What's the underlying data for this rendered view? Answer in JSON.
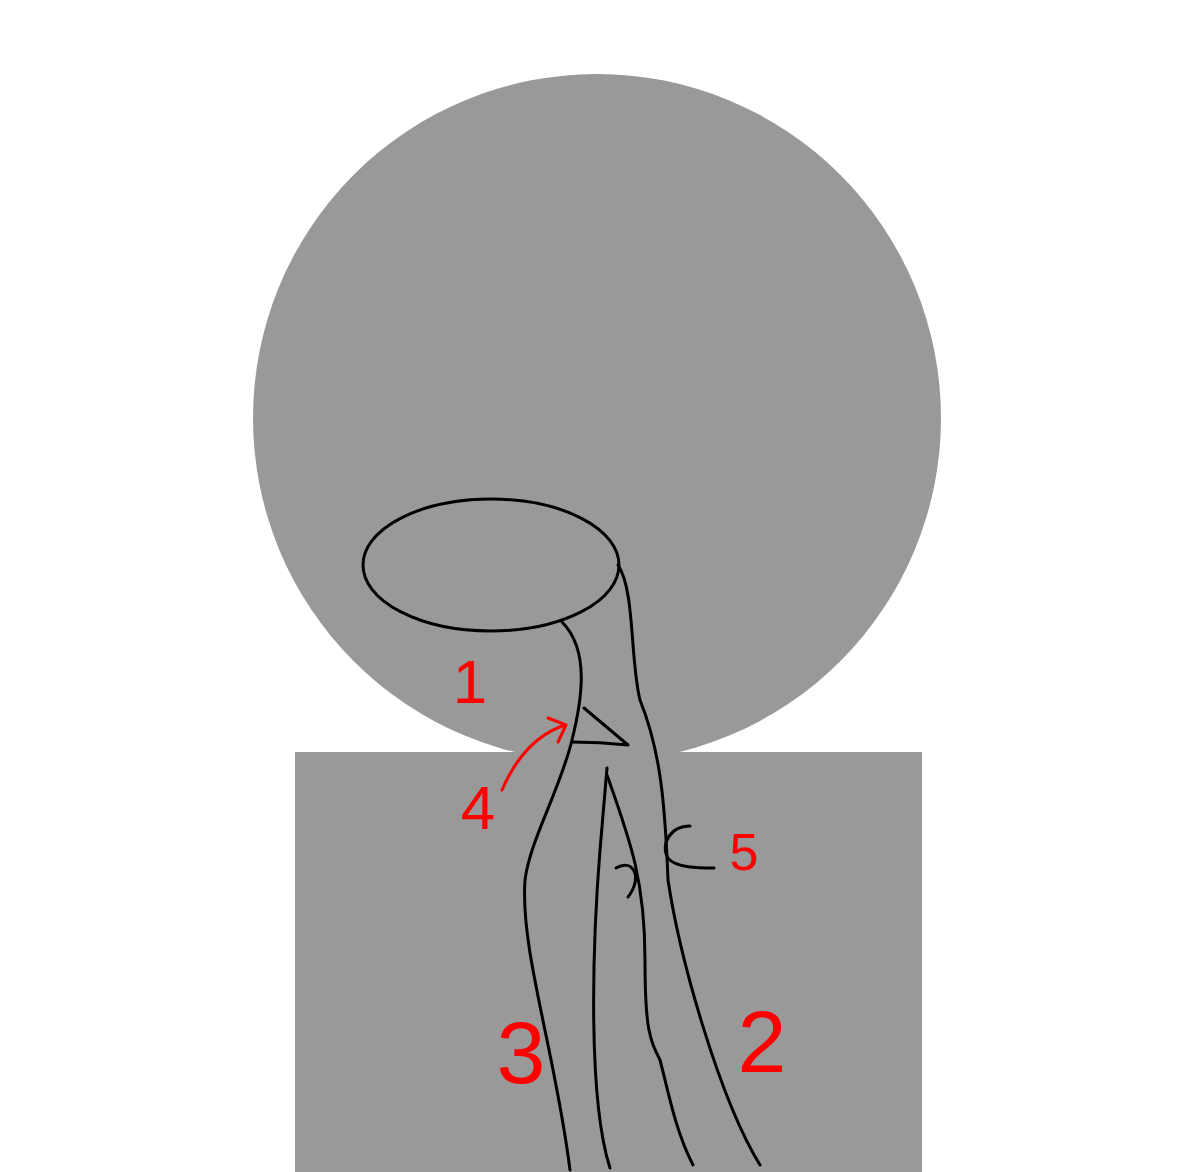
{
  "diagram": {
    "labels": [
      "1",
      "4",
      "5",
      "2",
      "3"
    ]
  }
}
